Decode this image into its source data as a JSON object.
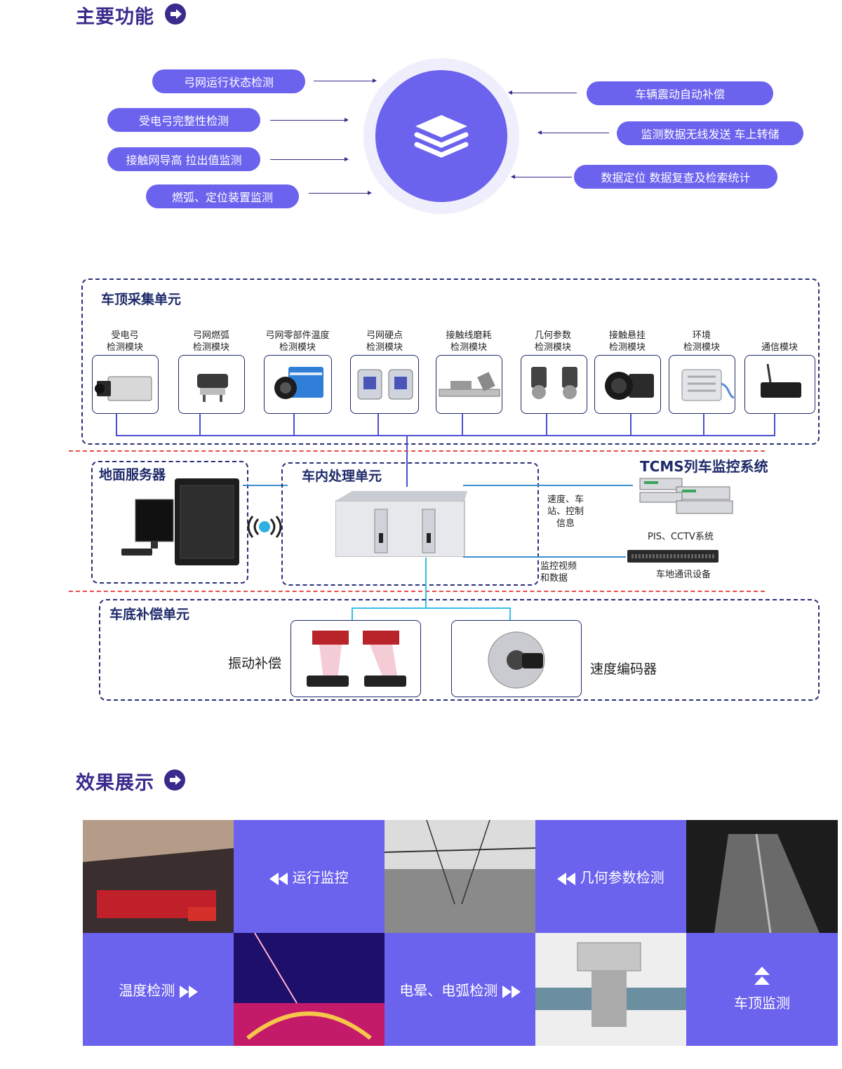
{
  "section1": {
    "title": "主要功能"
  },
  "functions_left": [
    "弓网运行状态检测",
    "受电弓完整性检测",
    "接触网导高 拉出值监测",
    "燃弧、定位装置监测"
  ],
  "functions_right": [
    "车辆震动自动补偿",
    "监测数据无线发送 车上转储",
    "数据定位 数据复查及检索统计"
  ],
  "hub": {
    "icon": "layers-icon"
  },
  "roof": {
    "title": "车顶采集单元",
    "modules": [
      {
        "label": "受电弓\n检测模块",
        "icon": "camera-icon"
      },
      {
        "label": "弓网燃弧\n检测模块",
        "icon": "sensor-icon"
      },
      {
        "label": "弓网零部件温度\n检测模块",
        "icon": "thermal-camera-icon"
      },
      {
        "label": "弓网硬点\n检测模块",
        "icon": "hardpoint-sensor-icon"
      },
      {
        "label": "接触线磨耗\n检测模块",
        "icon": "wear-sensor-icon"
      },
      {
        "label": "几何参数\n检测模块",
        "icon": "geometry-camera-icon"
      },
      {
        "label": "接触悬挂\n检测模块",
        "icon": "industrial-camera-icon"
      },
      {
        "label": "环境\n检测模块",
        "icon": "environment-sensor-icon"
      },
      {
        "label": "通信模块",
        "icon": "router-icon"
      }
    ]
  },
  "ground": {
    "title": "地面服务器"
  },
  "vehicle": {
    "title": "车内处理单元"
  },
  "tcms": {
    "title": "TCMS列车监控系统"
  },
  "labels": {
    "speed": "速度、车\n站、控制\n信息",
    "pis": "PIS、CCTV系统",
    "video": "监控视频\n和数据",
    "comm": "车地通讯设备"
  },
  "under": {
    "title": "车底补偿单元",
    "vibration": "振动补偿",
    "encoder": "速度编码器"
  },
  "section2": {
    "title": "效果展示"
  },
  "gallery": {
    "run": "运行监控",
    "geometry": "几何参数检测",
    "temp": "温度检测",
    "arc": "电晕、电弧检测",
    "roof": "车顶监测"
  },
  "colors": {
    "accent": "#6b62ee",
    "title": "#3b2a8c",
    "frame": "#2b2f78",
    "divider": "#e84a4a"
  }
}
